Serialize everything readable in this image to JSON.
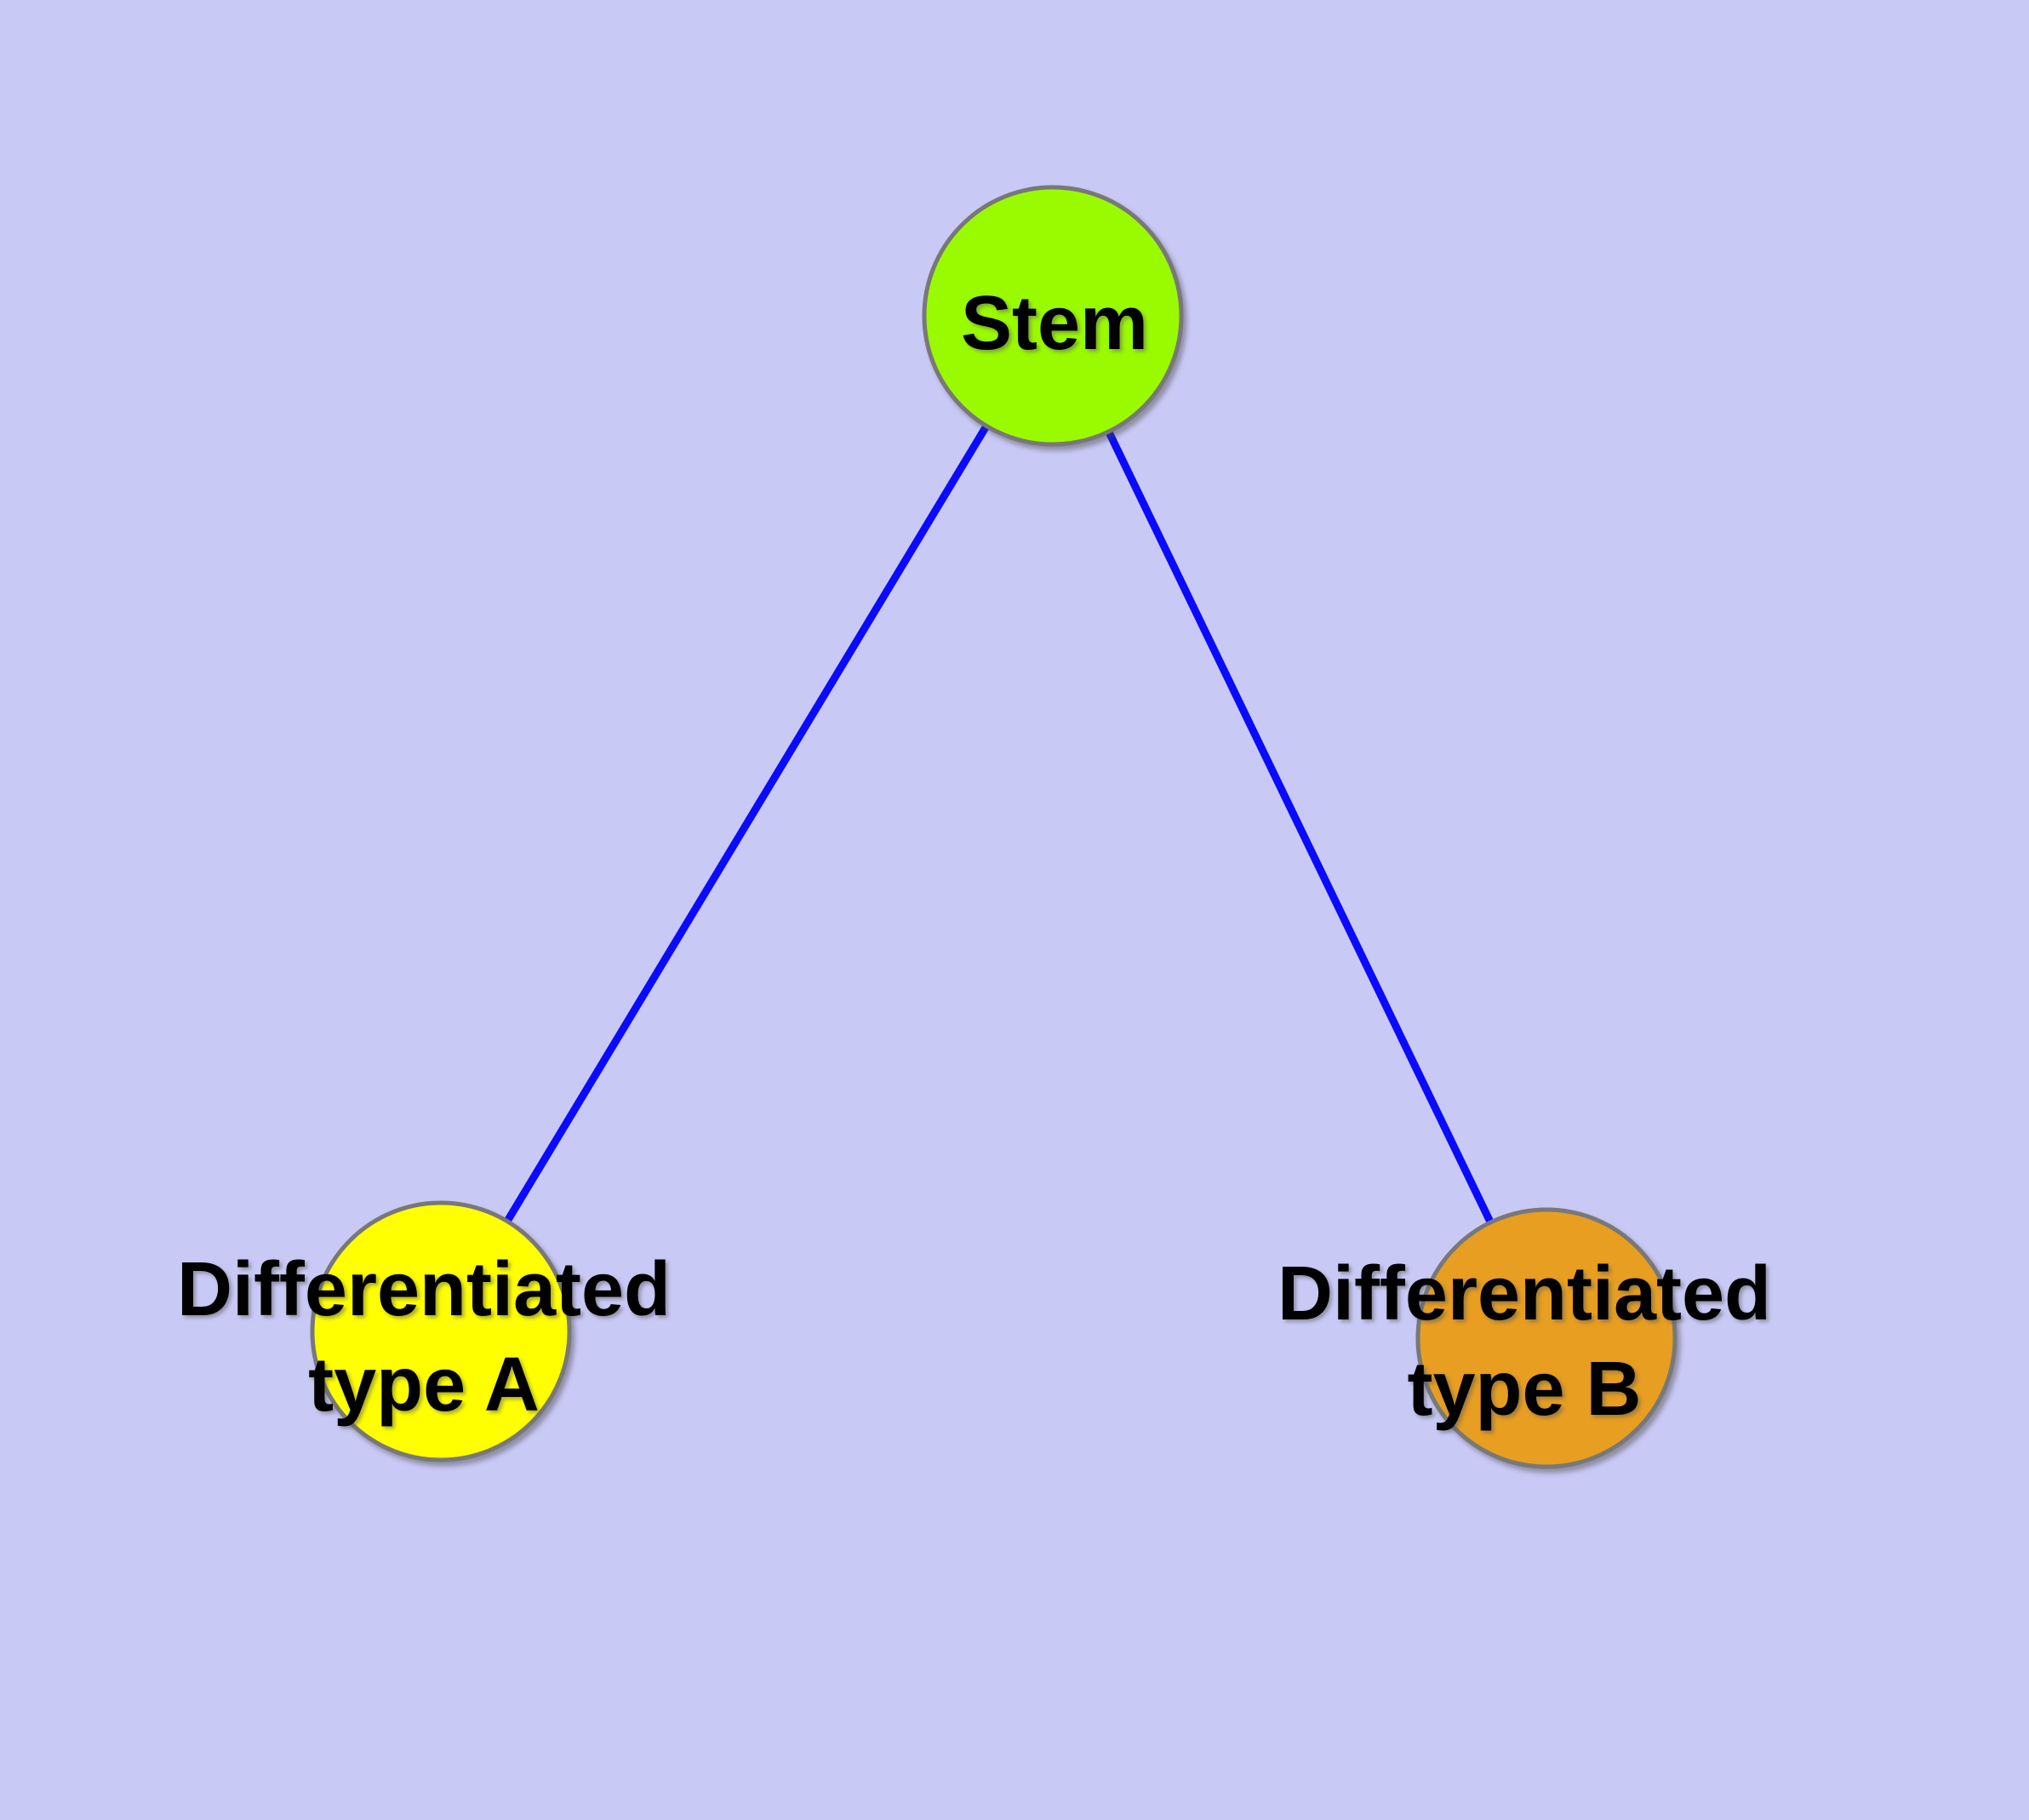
{
  "diagram": {
    "type": "node-link-graph",
    "background_color": "#c9c9f6",
    "edge_color": "#0a0aff",
    "node_border_color": "#787878",
    "text_color": "#000000",
    "nodes": [
      {
        "id": "stem",
        "label": "Stem",
        "label_lines": [
          "Stem"
        ],
        "color": "#9afb00"
      },
      {
        "id": "differentiated-type-a",
        "label": "Differentiated type A",
        "label_lines": [
          "Differentiated",
          "type A"
        ],
        "color": "#ffff00"
      },
      {
        "id": "differentiated-type-b",
        "label": "Differentiated type B",
        "label_lines": [
          "Differentiated",
          "type B"
        ],
        "color": "#e79e21"
      }
    ],
    "edges": [
      {
        "from": "stem",
        "to": "differentiated-type-a"
      },
      {
        "from": "stem",
        "to": "differentiated-type-b"
      }
    ]
  }
}
